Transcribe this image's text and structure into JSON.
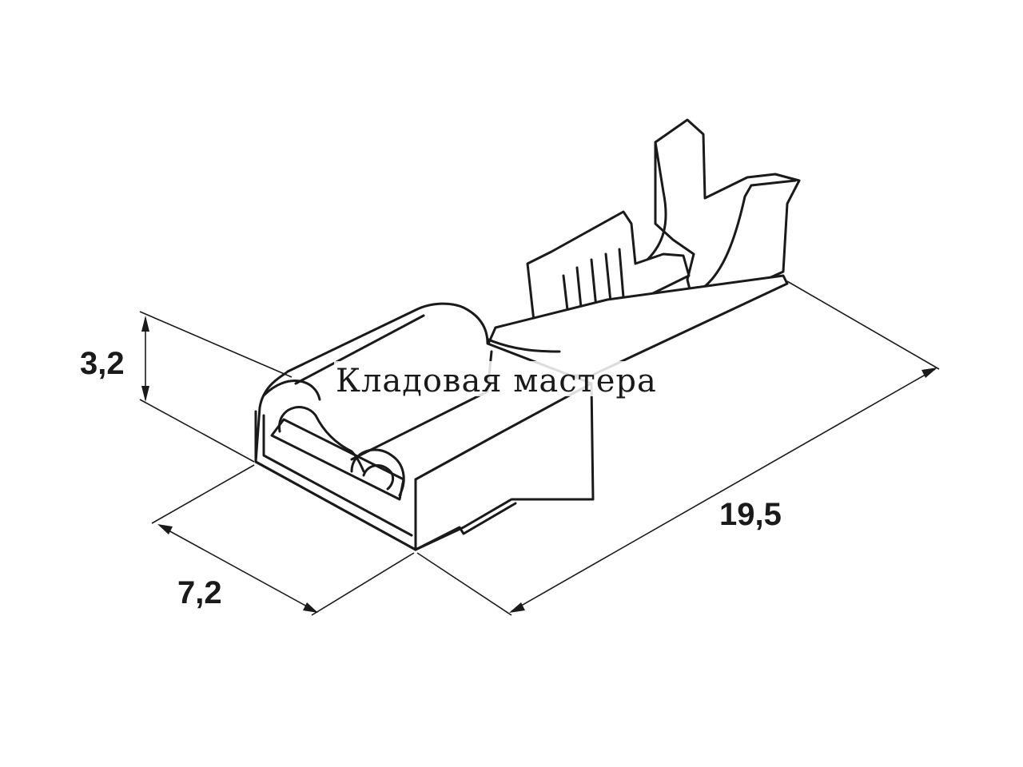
{
  "dimensions": {
    "height": "3,2",
    "width": "7,2",
    "length": "19,5"
  },
  "watermark": "Кладовая мастера",
  "colors": {
    "line": "#1a1a1a",
    "background": "#ffffff"
  }
}
